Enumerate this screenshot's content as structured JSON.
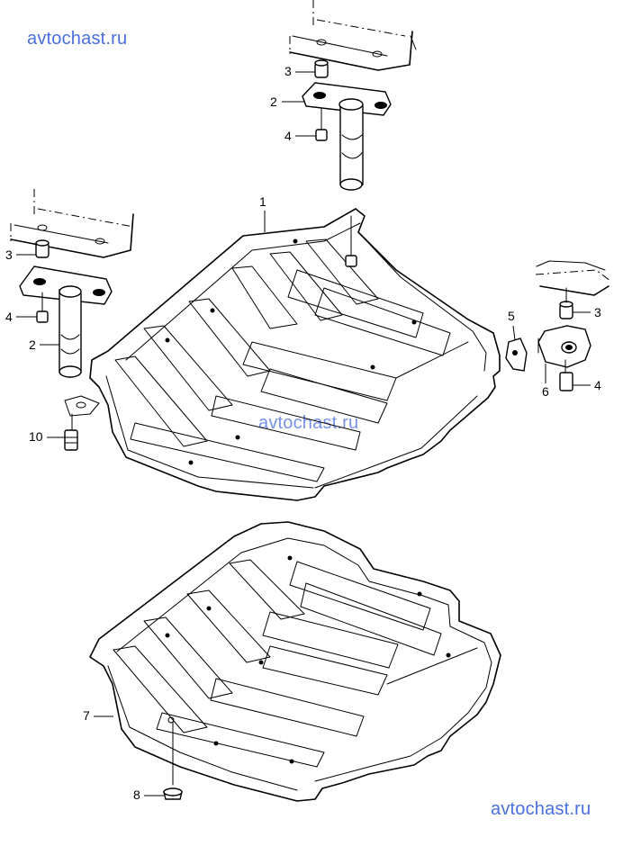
{
  "watermark": {
    "top_left": "avtochast.ru",
    "center": "avtochast.ru",
    "bottom_right": "avtochast.ru",
    "color": "#4a6fe0"
  },
  "callouts": {
    "c1": "1",
    "c2_right": "2",
    "c2_left_plate": "2",
    "c3_right": "3",
    "c3_left": "3",
    "c3_bracket": "3",
    "c4_right": "4",
    "c4_left": "4",
    "c4_bracket": "4",
    "c5": "5",
    "c6": "6",
    "c7": "7",
    "c8": "8",
    "c10": "10"
  }
}
